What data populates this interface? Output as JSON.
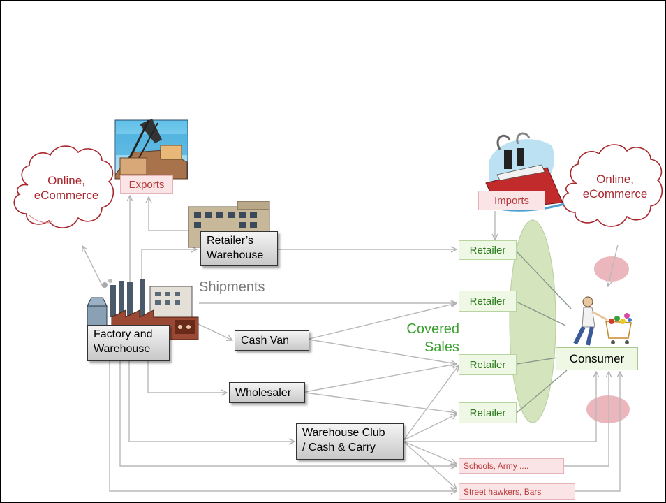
{
  "clouds": {
    "left_line1": "Online,",
    "left_line2": "eCommerce",
    "right_line1": "Online,",
    "right_line2": "eCommerce"
  },
  "nodes": {
    "exports": "Exports",
    "imports": "Imports",
    "retailers_warehouse_line1": "Retailer’s",
    "retailers_warehouse_line2": "Warehouse",
    "factory_line1": "Factory and",
    "factory_line2": "Warehouse",
    "cash_van": "Cash Van",
    "wholesaler": "Wholesaler",
    "warehouse_club_line1": "Warehouse Club",
    "warehouse_club_line2": "/ Cash & Carry",
    "retailer_1": "Retailer",
    "retailer_2": "Retailer",
    "retailer_3": "Retailer",
    "retailer_4": "Retailer",
    "consumer": "Consumer",
    "schools": "Schools, Army ....",
    "street_hawkers": "Street hawkers, Bars"
  },
  "labels": {
    "shipments": "Shipments",
    "covered_sales_line1": "Covered",
    "covered_sales_line2": "Sales"
  },
  "colors": {
    "arrow": "#b8b8b8",
    "cloud_stroke": "#a8262c",
    "covered_sales": "#3aa030",
    "ellipse_fill": "#d4e4bc",
    "pink_ellipse": "#e8aab2"
  }
}
